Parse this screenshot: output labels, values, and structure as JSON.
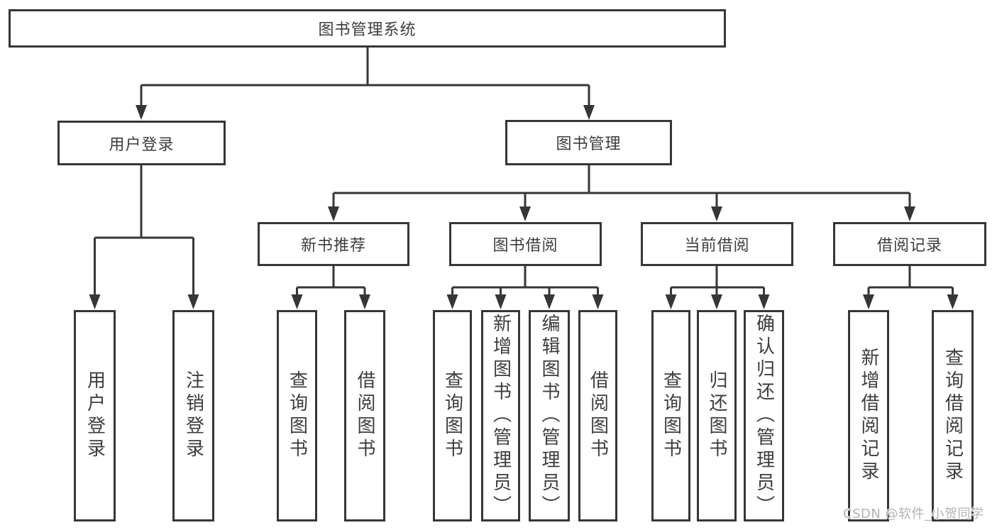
{
  "diagram": {
    "root": {
      "label": "图书管理系统"
    },
    "level2": [
      {
        "label": "用户登录"
      },
      {
        "label": "图书管理"
      }
    ],
    "level3": [
      {
        "label": "新书推荐"
      },
      {
        "label": "图书借阅"
      },
      {
        "label": "当前借阅"
      },
      {
        "label": "借阅记录"
      }
    ],
    "leaves": {
      "user_login": [
        "用户登录",
        "注销登录"
      ],
      "new_book_recommend": [
        "查询图书",
        "借阅图书"
      ],
      "book_borrow": [
        "查询图书",
        "新增图书（管理员）",
        "编辑图书（管理员）",
        "借阅图书"
      ],
      "current_borrow": [
        "查询图书",
        "归还图书",
        "确认归还（管理员）"
      ],
      "borrow_record": [
        "新增借阅记录",
        "查询借阅记录"
      ]
    }
  },
  "watermark": {
    "text": "CSDN @软件_小贺同学"
  },
  "colors": {
    "line": "#363636",
    "text": "#3d3d3d",
    "background": "#ffffff",
    "watermark": "#b3b3b3"
  }
}
